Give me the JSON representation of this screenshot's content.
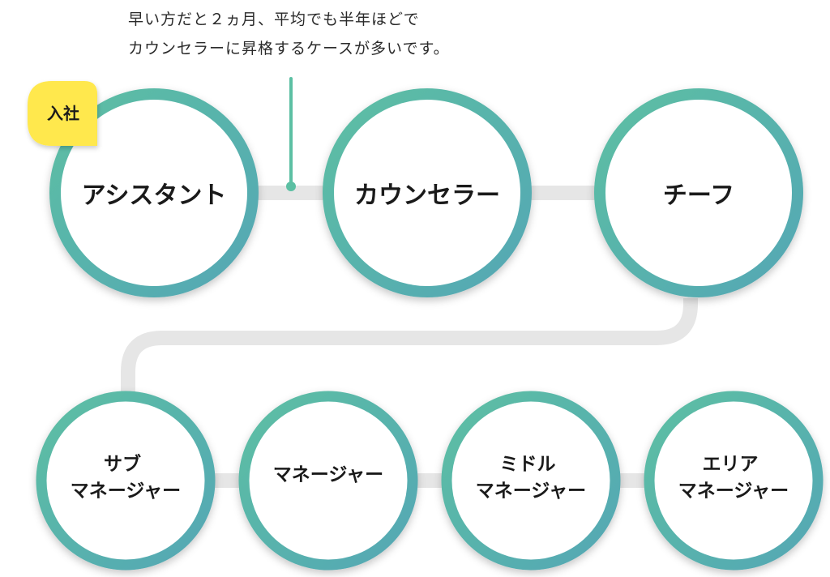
{
  "note": {
    "lines": [
      "早い方だと２ヵ月、平均でも半年ほどで",
      "カウンセラーに昇格するケースが多いです。"
    ]
  },
  "badge": {
    "label": "入社"
  },
  "steps": [
    {
      "id": "assistant",
      "lines": [
        "アシスタント"
      ]
    },
    {
      "id": "counselor",
      "lines": [
        "カウンセラー"
      ]
    },
    {
      "id": "chief",
      "lines": [
        "チーフ"
      ]
    },
    {
      "id": "sub-manager",
      "lines": [
        "サブ",
        "マネージャー"
      ]
    },
    {
      "id": "manager",
      "lines": [
        "マネージャー"
      ]
    },
    {
      "id": "middle-manager",
      "lines": [
        "ミドル",
        "マネージャー"
      ]
    },
    {
      "id": "area-manager",
      "lines": [
        "エリア",
        "マネージャー"
      ]
    }
  ],
  "colors": {
    "ring_start": "#5cbfa3",
    "ring_end": "#55a7b5",
    "connector": "#e6e6e6",
    "badge": "#ffe84d",
    "note_line": "#5cbfa3"
  }
}
